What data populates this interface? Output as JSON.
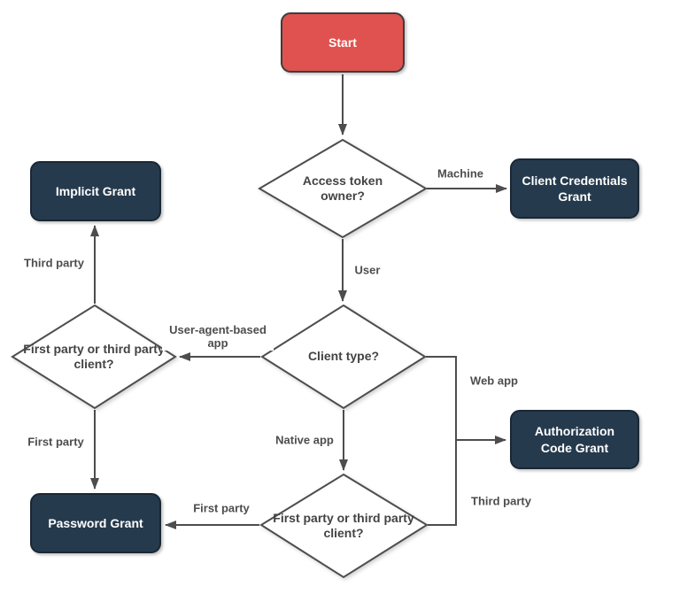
{
  "diagram": {
    "type": "flowchart"
  },
  "nodes": {
    "start": {
      "label": "Start"
    },
    "access_token_owner": {
      "label": "Access token owner?"
    },
    "client_type": {
      "label": "Client type?"
    },
    "first_or_third_party_left": {
      "label": "First party or third party client?"
    },
    "first_or_third_party_bottom": {
      "label": "First party or third party client?"
    },
    "implicit_grant": {
      "label": "Implicit Grant"
    },
    "client_credentials_grant": {
      "label": "Client Credentials Grant"
    },
    "authorization_code_grant": {
      "label": "Authorization Code Grant"
    },
    "password_grant": {
      "label": "Password Grant"
    }
  },
  "edge_labels": {
    "machine": "Machine",
    "user": "User",
    "user_agent_based_app": "User-agent-based app",
    "third_party_left": "Third party",
    "first_party_left": "First party",
    "web_app": "Web app",
    "native_app": "Native app",
    "first_party_bottom": "First party",
    "third_party_right": "Third party"
  },
  "colors": {
    "start_fill": "#e0524f",
    "start_border": "#3d3d3d",
    "grant_fill": "#263a4d",
    "grant_border": "#1a2734",
    "decision_fill": "#ffffff",
    "decision_border": "#4d4d4d",
    "line": "#4d4d4d",
    "edge_label_text": "#4d4d4d",
    "node_text": "#ffffff",
    "background": "#ffffff"
  }
}
